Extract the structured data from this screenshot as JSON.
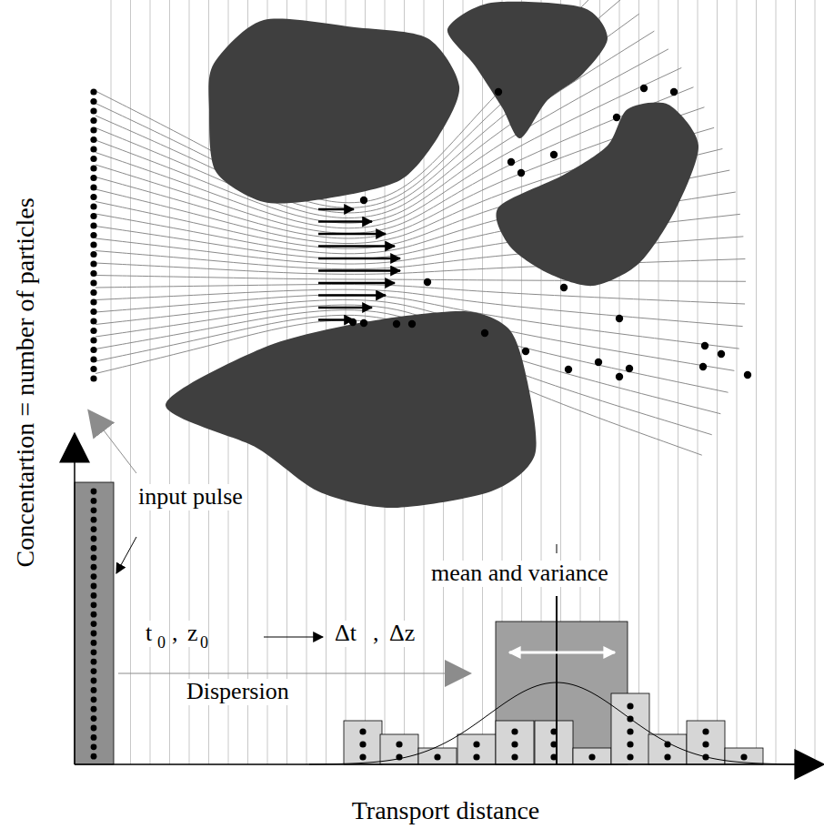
{
  "diagram": {
    "labels": [
      "Concentartion = number of particles",
      "input pulse",
      "mean and variance",
      "t",
      "0",
      ",",
      "z",
      "0",
      "Δt",
      ",",
      "Δz",
      "Dispersion",
      "Transport distance"
    ]
  }
}
